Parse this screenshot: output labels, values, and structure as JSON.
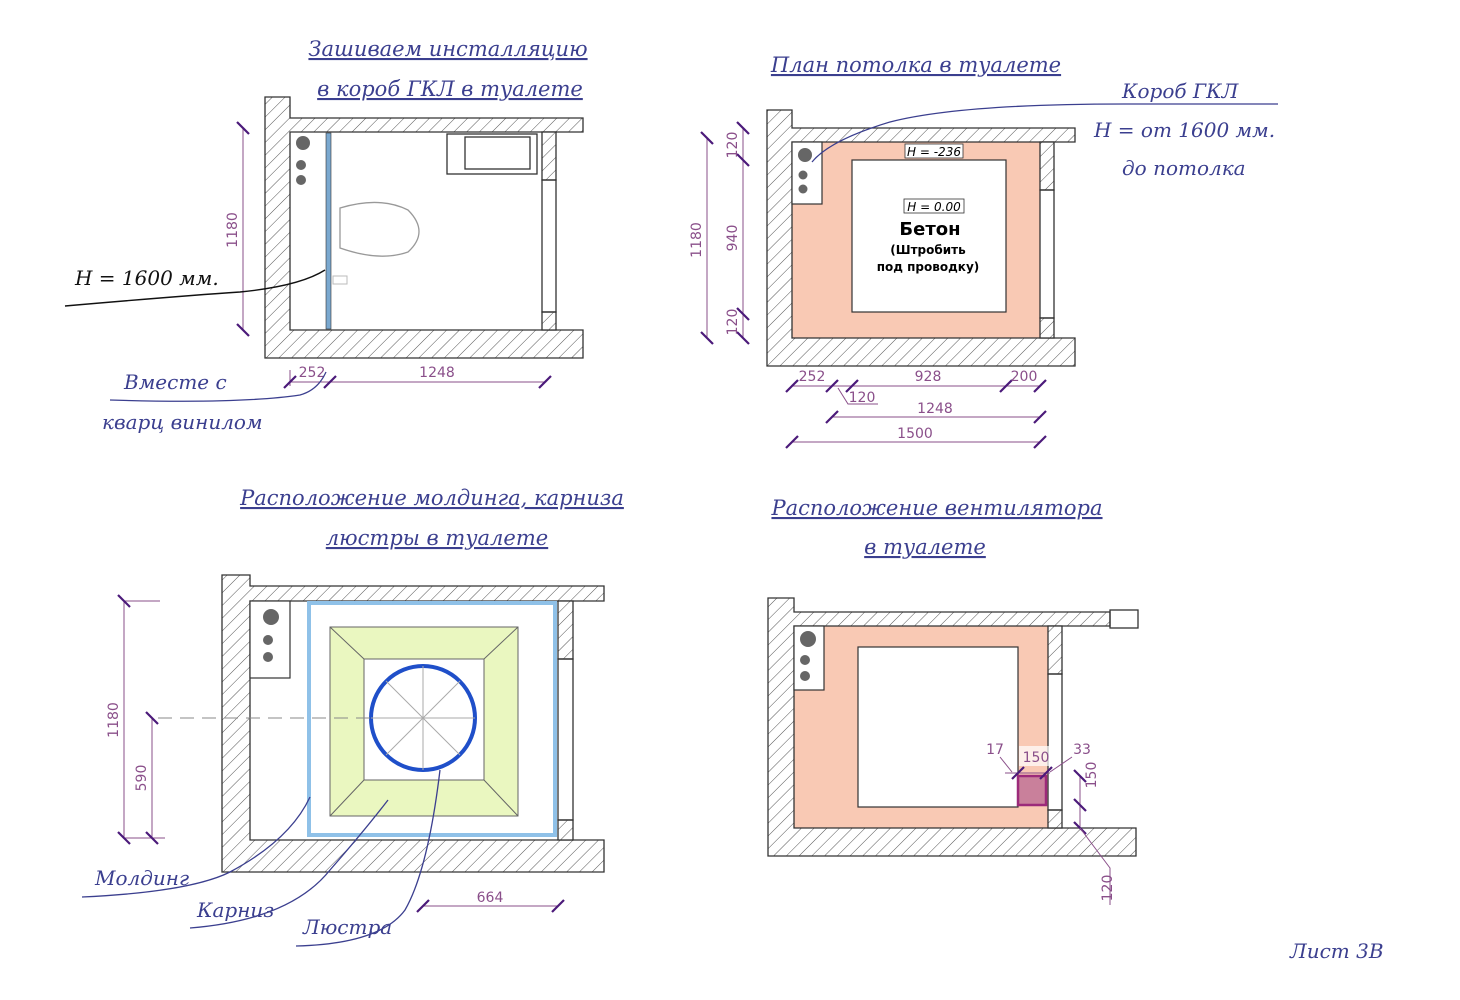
{
  "sheet": {
    "label": "Лист 3В"
  },
  "plan1": {
    "title_line1": "Зашиваем инсталляцию",
    "title_line2": "в короб ГКЛ в туалете",
    "height_note": "H = 1600 мм.",
    "note_line1": "Вместе с",
    "note_line2": "кварц винилом",
    "dim_vertical": "1180",
    "dim_left": "252",
    "dim_right": "1248"
  },
  "plan2": {
    "title": "План потолка в туалете",
    "box_label": "Короб ГКЛ",
    "box_height_line1": "H = от 1600 мм.",
    "box_height_line2": "до потолка",
    "level_top": "H = -236",
    "level_center": "H = 0.00",
    "material": "Бетон",
    "material_note1": "(Штробить",
    "material_note2": "под проводку)",
    "dim_total_vertical": "1180",
    "dim_top": "120",
    "dim_middle": "940",
    "dim_bottom": "120",
    "dim_left": "252",
    "dim_small": "120",
    "dim_center": "928",
    "dim_right": "200",
    "dim_1248": "1248",
    "dim_1500": "1500"
  },
  "plan3": {
    "title_line1": "Расположение молдинга, карниза",
    "title_line2": "люстры в туалете",
    "dim_total_vertical": "1180",
    "dim_half_vertical": "590",
    "dim_horizontal": "664",
    "label_molding": "Молдинг",
    "label_cornice": "Карниз",
    "label_chandelier": "Люстра"
  },
  "plan4": {
    "title_line1": "Расположение вентилятора",
    "title_line2": "в туалете",
    "dim_17": "17",
    "dim_150_h": "150",
    "dim_33": "33",
    "dim_150_v": "150",
    "dim_120": "120"
  },
  "colors": {
    "ceiling_pink": "#f9c9b4",
    "cornice_green": "#eaf7c0",
    "molding_blue": "#8fc1e8",
    "chandelier_blue": "#1f4fc9",
    "fan_magenta": "#9c2a7a",
    "ink_blue": "#3b3f8f",
    "dimension_purple": "#8a4f8a"
  }
}
